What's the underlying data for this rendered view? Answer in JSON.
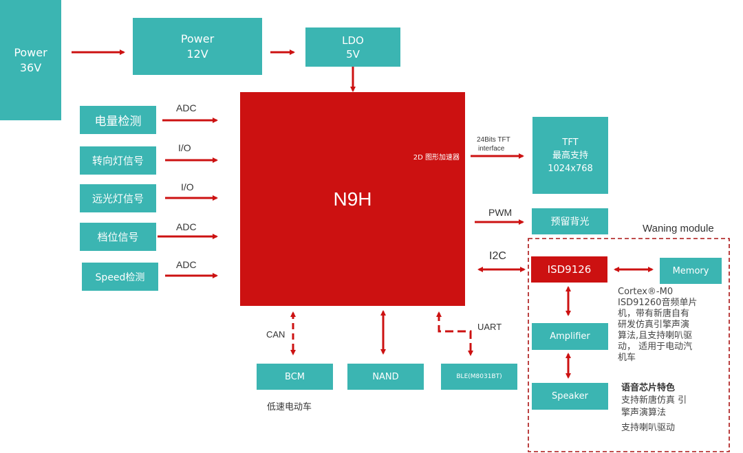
{
  "colors": {
    "teal": "#3bb5b2",
    "red": "#cc1111",
    "arrow": "#cc1111",
    "text": "#333333"
  },
  "power36": {
    "line1": "Power",
    "line2": "36V"
  },
  "power12": {
    "line1": "Power",
    "line2": "12V"
  },
  "ldo": {
    "line1": "LDO",
    "line2": "5V"
  },
  "inputs": [
    {
      "label": "电量检测",
      "signal": "ADC"
    },
    {
      "label": "转向灯信号",
      "signal": "I/O"
    },
    {
      "label": "远光灯信号",
      "signal": "I/O"
    },
    {
      "label": "档位信号",
      "signal": "ADC"
    },
    {
      "label": "Speed检测",
      "signal": "ADC"
    }
  ],
  "mcu": {
    "name": "N9H",
    "accelerator": "2D 图形加速器"
  },
  "tft_link": {
    "line1": "24Bits TFT",
    "line2": "interface"
  },
  "tft": {
    "line1": "TFT",
    "line2": "最高支持",
    "line3": "1024x768"
  },
  "pwm": {
    "label": "PWM",
    "target": "预留背光"
  },
  "i2c": {
    "label": "I2C"
  },
  "warning": {
    "title": "Waning module",
    "isd": "ISD9126",
    "memory": "Memory",
    "amplifier": "Amplifier",
    "speaker": "Speaker",
    "desc_lines": [
      "Cortex®-M0",
      "ISD91260音频单片",
      "机，带有新唐自有",
      "研发仿真引擎声演",
      "算法,且支持喇叭驱",
      "动， 适用于电动汽",
      "机车"
    ],
    "feature_title": "语音芯片特色",
    "feature_lines": [
      "支持新唐仿真  引",
      "擎声演算法",
      "支持喇叭驱动"
    ]
  },
  "bottom": {
    "can": "CAN",
    "bcm": "BCM",
    "nand": "NAND",
    "uart": "UART",
    "ble": "BLE(M8031BT)",
    "note": "低速电动车"
  }
}
